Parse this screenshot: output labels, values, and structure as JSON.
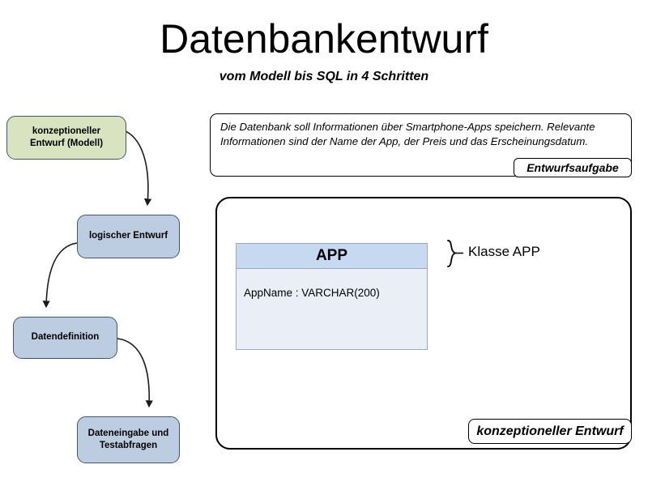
{
  "slide": {
    "title": "Datenbankentwurf",
    "subtitle": "vom Modell bis SQL in 4 Schritten"
  },
  "flow": {
    "steps": [
      {
        "label": "konzeptioneller\nEntwurf (Modell)",
        "color": "#dae3c0"
      },
      {
        "label": "logischer Entwurf",
        "color": "#bdcde1"
      },
      {
        "label": "Datendefinition",
        "color": "#bdcde1"
      },
      {
        "label": "Dateneingabe und\nTestabfragen",
        "color": "#bdcde1"
      }
    ]
  },
  "task_panel": {
    "text": "Die Datenbank soll Informationen über Smartphone-Apps speichern. Relevante Informationen sind der Name der App, der Preis und das Erscheinungsdatum.",
    "tag": "Entwurfsaufgabe"
  },
  "design_panel": {
    "tag": "konzeptioneller Entwurf",
    "uml_class": {
      "name": "APP",
      "attributes": [
        "AppName : VARCHAR(200)"
      ],
      "header_color": "#c5d9f1",
      "body_color": "#eaeff7"
    },
    "annotation": "Klasse APP"
  }
}
